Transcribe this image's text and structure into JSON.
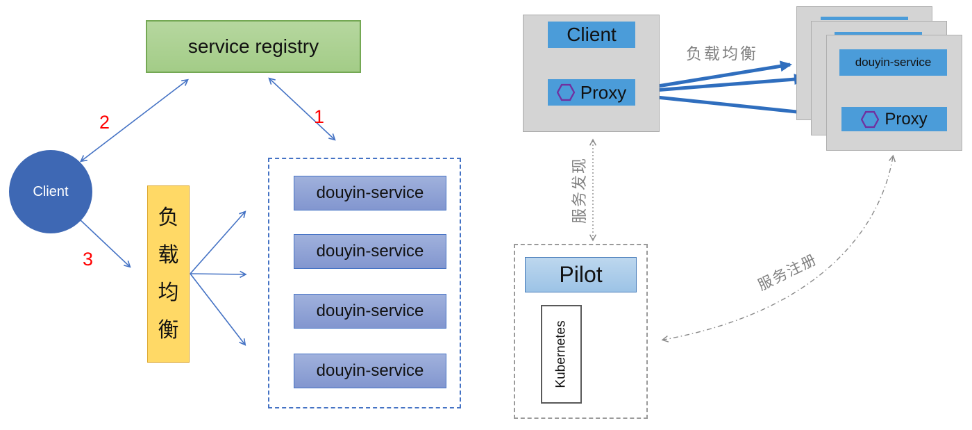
{
  "colors": {
    "registry_green": "#a9d18e",
    "registry_border": "#74a854",
    "client_circle_blue": "#3e68b4",
    "load_balancer_orange": "#ffd966",
    "service_box_periwinkle": "#8ea2d5",
    "service_box_border": "#4472c4",
    "thin_arrow_blue": "#4472c4",
    "thick_arrow_blue": "#2f6ebe",
    "panel_gray": "#d4d4d4",
    "mesh_box_blue": "#4b9cd9",
    "pilot_blue": "#aecfed",
    "hexagon_purple": "#7030a0",
    "annotation_gray": "#808080",
    "step_red": "#ff0000"
  },
  "left": {
    "registry_label": "service registry",
    "client_label": "Client",
    "load_balancer_label": "负载均衡",
    "steps": {
      "one": "1",
      "two": "2",
      "three": "3"
    },
    "services": [
      "douyin-service",
      "douyin-service",
      "douyin-service",
      "douyin-service"
    ]
  },
  "right": {
    "client_label": "Client",
    "client_proxy_label": "Proxy",
    "load_balancing_label": "负载均衡",
    "service_discovery_label": "服务发现",
    "service_registration_label": "服务注册",
    "service_card": {
      "service_label": "douyin-service",
      "proxy_label": "Proxy"
    },
    "pilot_label": "Pilot",
    "kubernetes_label": "Kubernetes"
  }
}
